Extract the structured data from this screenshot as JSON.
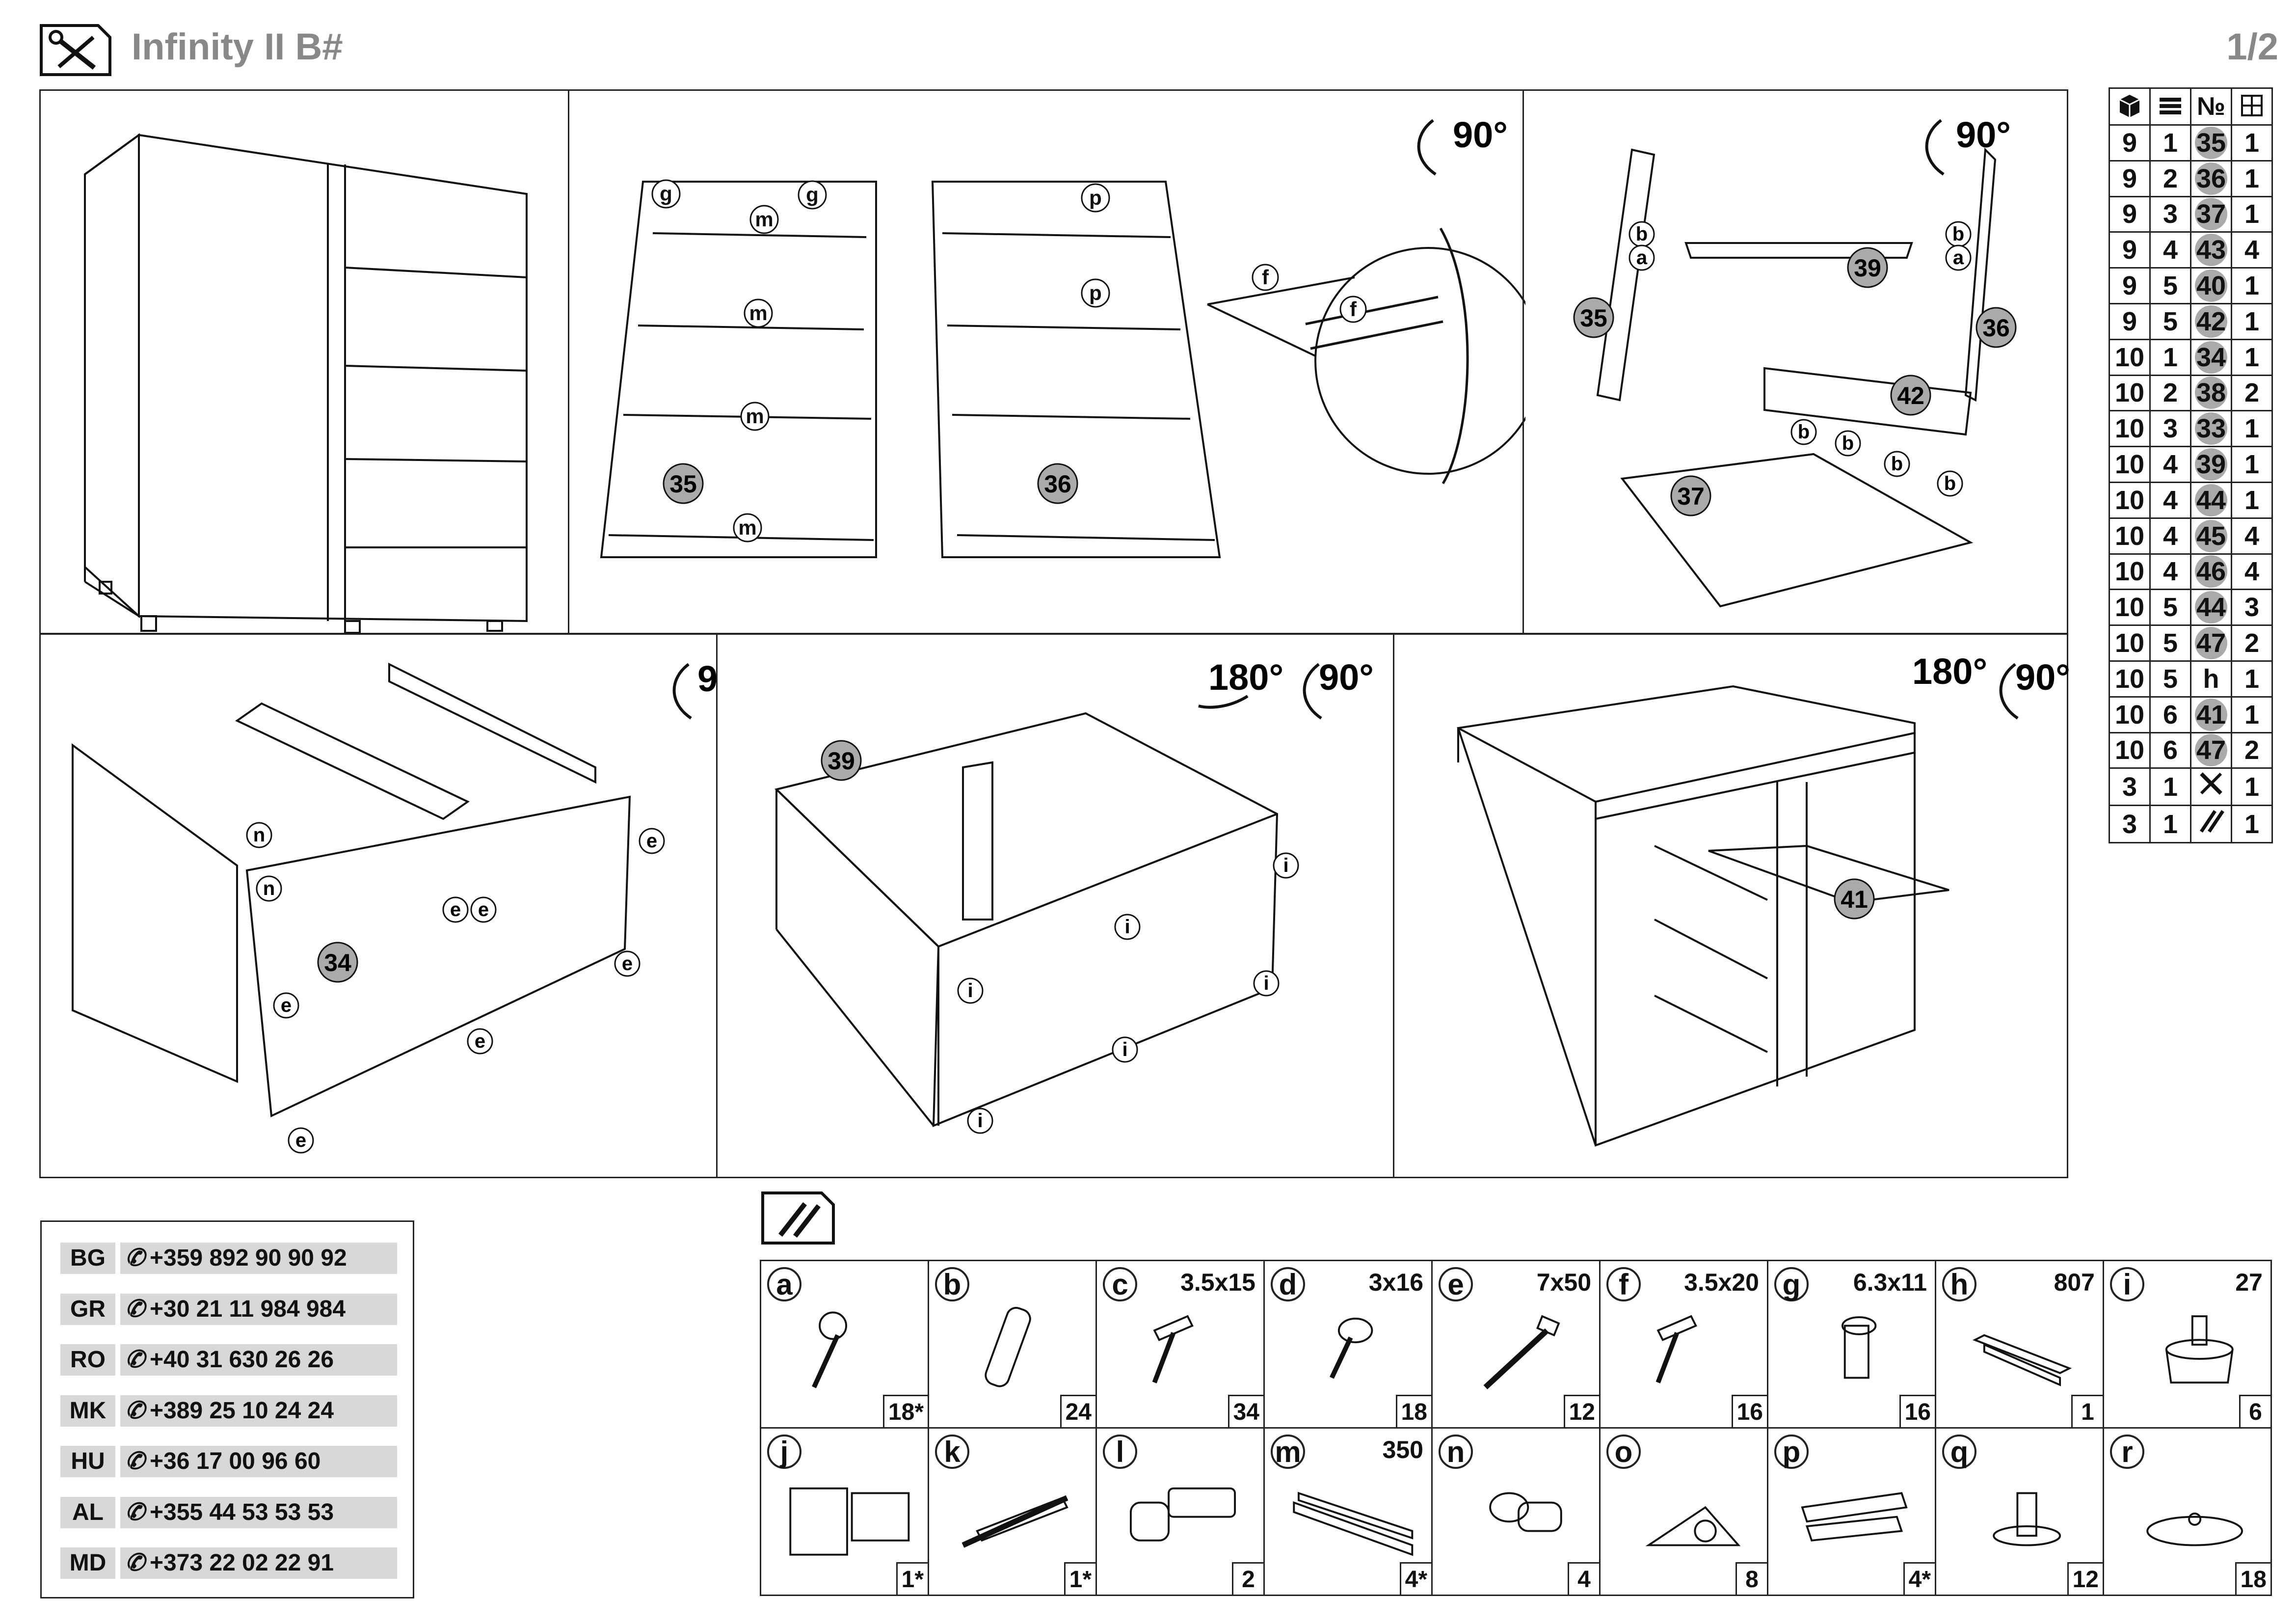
{
  "header": {
    "title": "Infinity II B#",
    "page": "1/2"
  },
  "steps": {
    "rot_90": "90°",
    "rot_180": "180°",
    "parts": {
      "p34": "34",
      "p35": "35",
      "p36": "36",
      "p37": "37",
      "p39": "39",
      "p41": "41",
      "p42": "42"
    },
    "letters": {
      "g": "g",
      "m": "m",
      "p": "p",
      "f": "f",
      "a": "a",
      "b": "b",
      "n": "n",
      "e": "e",
      "i": "i"
    }
  },
  "parts_table": {
    "icons": [
      "box-icon",
      "stack-icon",
      "number-sign",
      "grid-icon"
    ],
    "header_no": "№",
    "rows": [
      {
        "box": "9",
        "layer": "1",
        "num": "35",
        "qty": "1"
      },
      {
        "box": "9",
        "layer": "2",
        "num": "36",
        "qty": "1"
      },
      {
        "box": "9",
        "layer": "3",
        "num": "37",
        "qty": "1"
      },
      {
        "box": "9",
        "layer": "4",
        "num": "43",
        "qty": "4"
      },
      {
        "box": "9",
        "layer": "5",
        "num": "40",
        "qty": "1"
      },
      {
        "box": "9",
        "layer": "5",
        "num": "42",
        "qty": "1"
      },
      {
        "box": "10",
        "layer": "1",
        "num": "34",
        "qty": "1"
      },
      {
        "box": "10",
        "layer": "2",
        "num": "38",
        "qty": "2"
      },
      {
        "box": "10",
        "layer": "3",
        "num": "33",
        "qty": "1"
      },
      {
        "box": "10",
        "layer": "4",
        "num": "39",
        "qty": "1"
      },
      {
        "box": "10",
        "layer": "4",
        "num": "44",
        "qty": "1"
      },
      {
        "box": "10",
        "layer": "4",
        "num": "45",
        "qty": "4"
      },
      {
        "box": "10",
        "layer": "4",
        "num": "46",
        "qty": "4"
      },
      {
        "box": "10",
        "layer": "5",
        "num": "44",
        "qty": "3"
      },
      {
        "box": "10",
        "layer": "5",
        "num": "47",
        "qty": "2"
      },
      {
        "box": "10",
        "layer": "5",
        "num": "h",
        "qty": "1"
      },
      {
        "box": "10",
        "layer": "6",
        "num": "41",
        "qty": "1"
      },
      {
        "box": "10",
        "layer": "6",
        "num": "47",
        "qty": "2"
      },
      {
        "box": "3",
        "layer": "1",
        "num": "tools-icon",
        "qty": "1"
      },
      {
        "box": "3",
        "layer": "1",
        "num": "screws-icon",
        "qty": "1"
      }
    ]
  },
  "contacts": [
    {
      "code": "BG",
      "phone": "+359 892 90 90 92"
    },
    {
      "code": "GR",
      "phone": "+30 21 11 984 984"
    },
    {
      "code": "RO",
      "phone": "+40 31 630 26 26"
    },
    {
      "code": "MK",
      "phone": "+389 25 10 24 24"
    },
    {
      "code": "HU",
      "phone": "+36 17 00 96 60"
    },
    {
      "code": "AL",
      "phone": "+355 44 53 53 53"
    },
    {
      "code": "MD",
      "phone": "+373 22 02 22 91"
    }
  ],
  "hardware": [
    [
      {
        "letter": "a",
        "size": "",
        "qty": "18*",
        "icon": "cam-bolt-icon"
      },
      {
        "letter": "b",
        "size": "",
        "qty": "24",
        "icon": "dowel-icon"
      },
      {
        "letter": "c",
        "size": "3.5x15",
        "qty": "34",
        "icon": "screw-icon"
      },
      {
        "letter": "d",
        "size": "3x16",
        "qty": "18",
        "icon": "pan-screw-icon"
      },
      {
        "letter": "e",
        "size": "7x50",
        "qty": "12",
        "icon": "confirmat-screw-icon"
      },
      {
        "letter": "f",
        "size": "3.5x20",
        "qty": "16",
        "icon": "screw-icon"
      },
      {
        "letter": "g",
        "size": "6.3x11",
        "qty": "16",
        "icon": "euro-screw-icon"
      },
      {
        "letter": "h",
        "size": "807",
        "qty": "1",
        "icon": "profile-icon"
      },
      {
        "letter": "i",
        "size": "27",
        "qty": "6",
        "icon": "foot-icon"
      }
    ],
    [
      {
        "letter": "j",
        "size": "",
        "qty": "1*",
        "icon": "wall-bracket-icon"
      },
      {
        "letter": "k",
        "size": "",
        "qty": "1*",
        "icon": "wall-plug-screw-icon"
      },
      {
        "letter": "l",
        "size": "",
        "qty": "2",
        "icon": "hinge-icon"
      },
      {
        "letter": "m",
        "size": "350",
        "qty": "4*",
        "icon": "drawer-slide-icon"
      },
      {
        "letter": "n",
        "size": "",
        "qty": "4",
        "icon": "shelf-pin-icon"
      },
      {
        "letter": "o",
        "size": "",
        "qty": "8",
        "icon": "corner-bracket-icon"
      },
      {
        "letter": "p",
        "size": "",
        "qty": "4*",
        "icon": "slide-clip-icon"
      },
      {
        "letter": "q",
        "size": "",
        "qty": "12",
        "icon": "cap-icon"
      },
      {
        "letter": "r",
        "size": "",
        "qty": "18",
        "icon": "cover-cap-icon"
      }
    ]
  ]
}
